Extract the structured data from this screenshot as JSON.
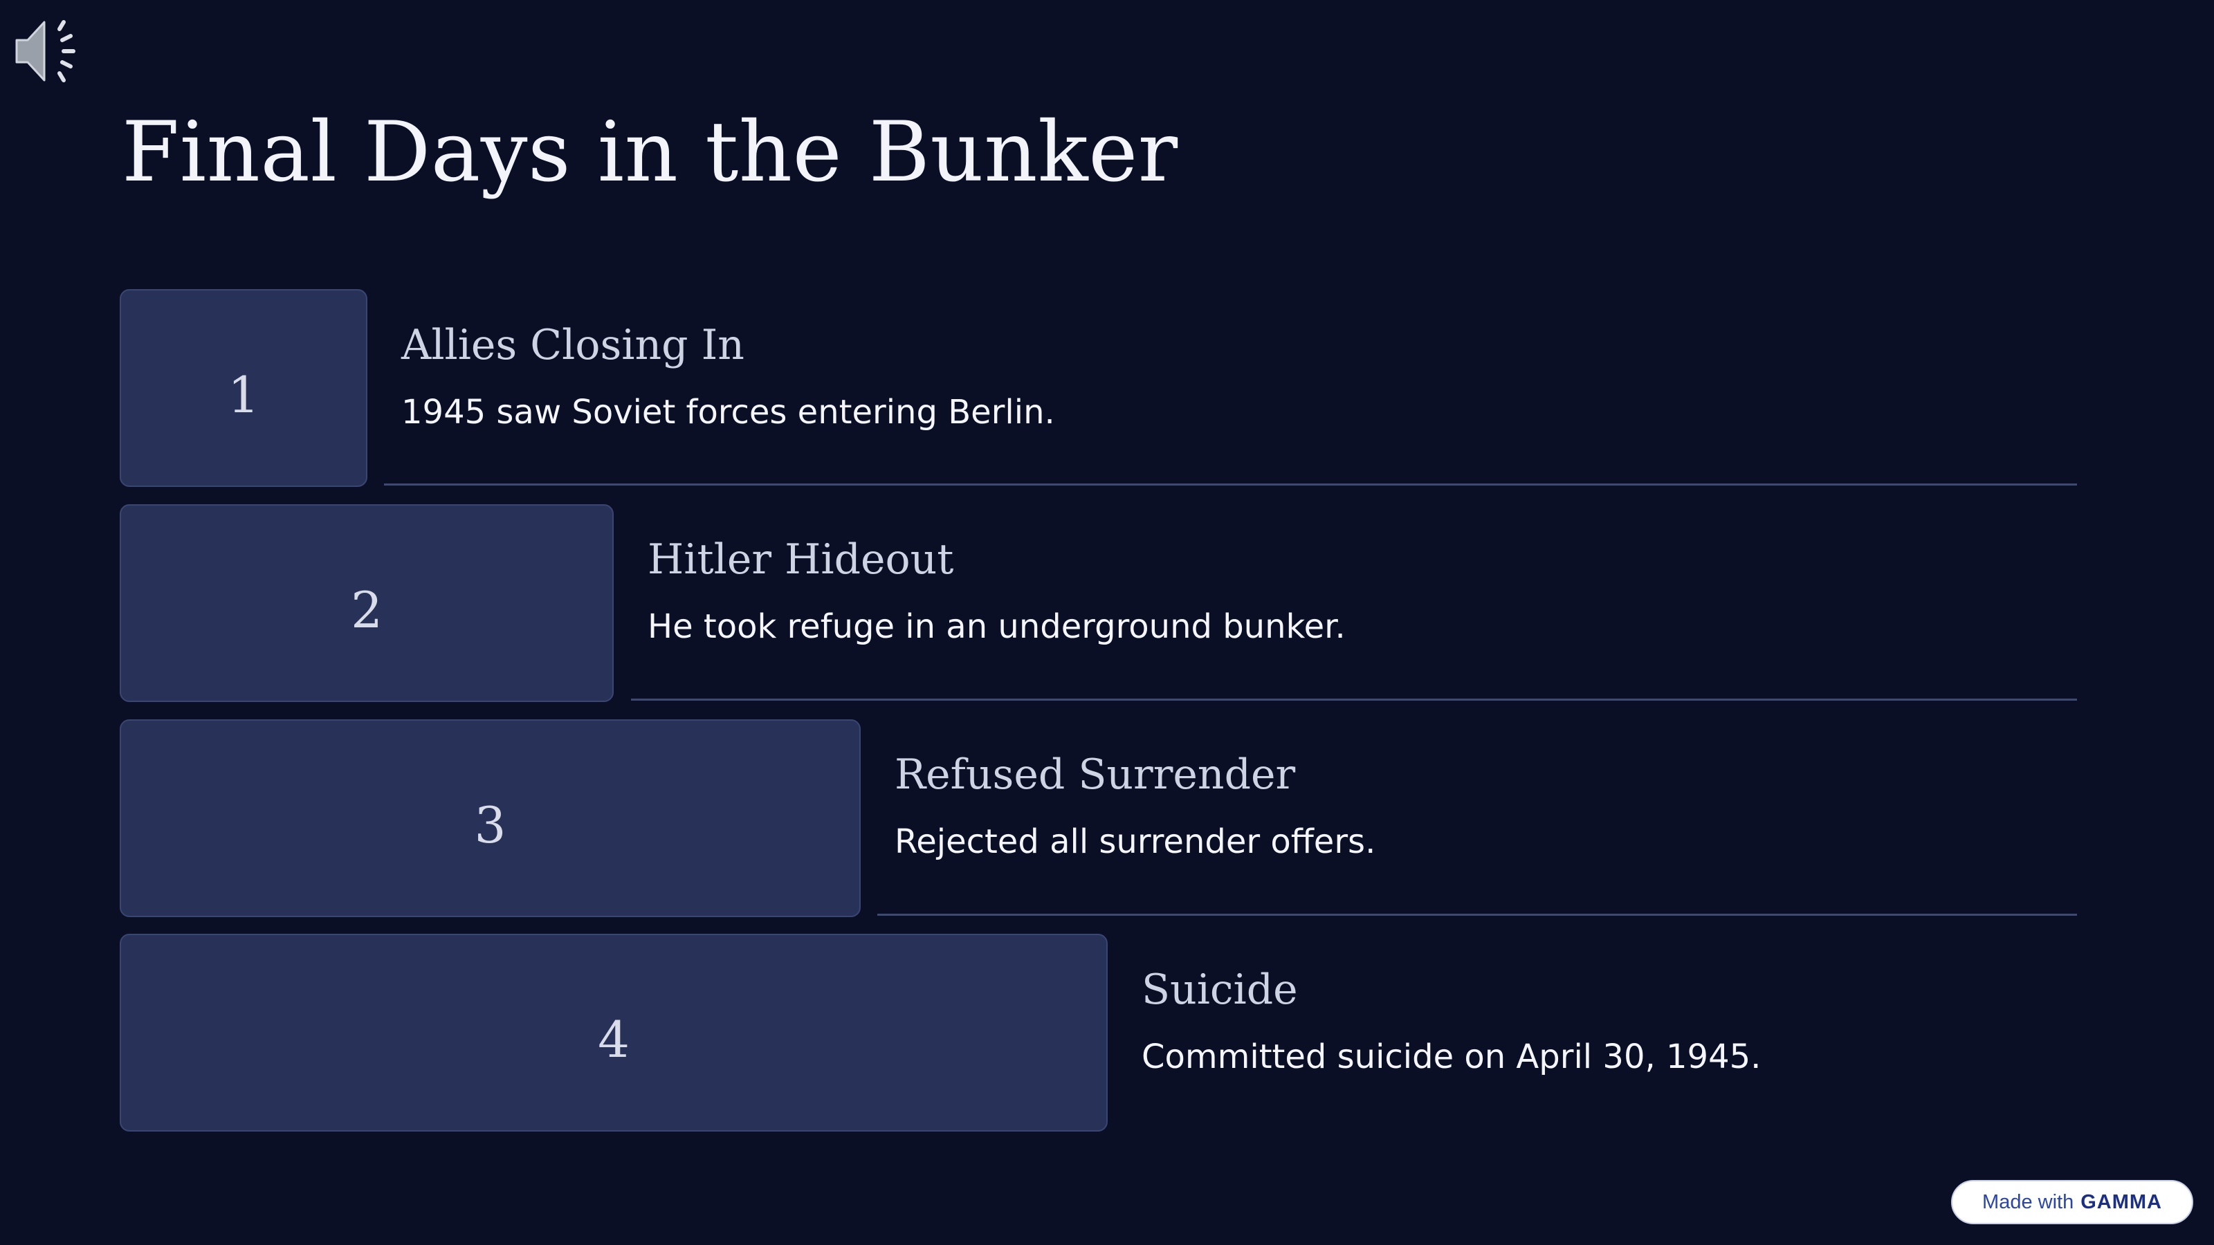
{
  "slide": {
    "title": "Final Days in the Bunker",
    "steps": [
      {
        "number": "1",
        "heading": "Allies Closing In",
        "description": "1945 saw Soviet forces entering Berlin."
      },
      {
        "number": "2",
        "heading": "Hitler Hideout",
        "description": "He took refuge in an underground bunker."
      },
      {
        "number": "3",
        "heading": "Refused Surrender",
        "description": "Rejected all surrender offers."
      },
      {
        "number": "4",
        "heading": "Suicide",
        "description": "Committed suicide on April 30, 1945."
      }
    ]
  },
  "audio": {
    "icon": "speaker-volume-icon"
  },
  "badge": {
    "prefix": "Made with",
    "brand": "GAMMA"
  },
  "colors": {
    "background": "#0a0f26",
    "card": "#283258",
    "divider": "#3e4a72",
    "title": "#f2f4fa",
    "badge_text": "#2a45a8"
  }
}
